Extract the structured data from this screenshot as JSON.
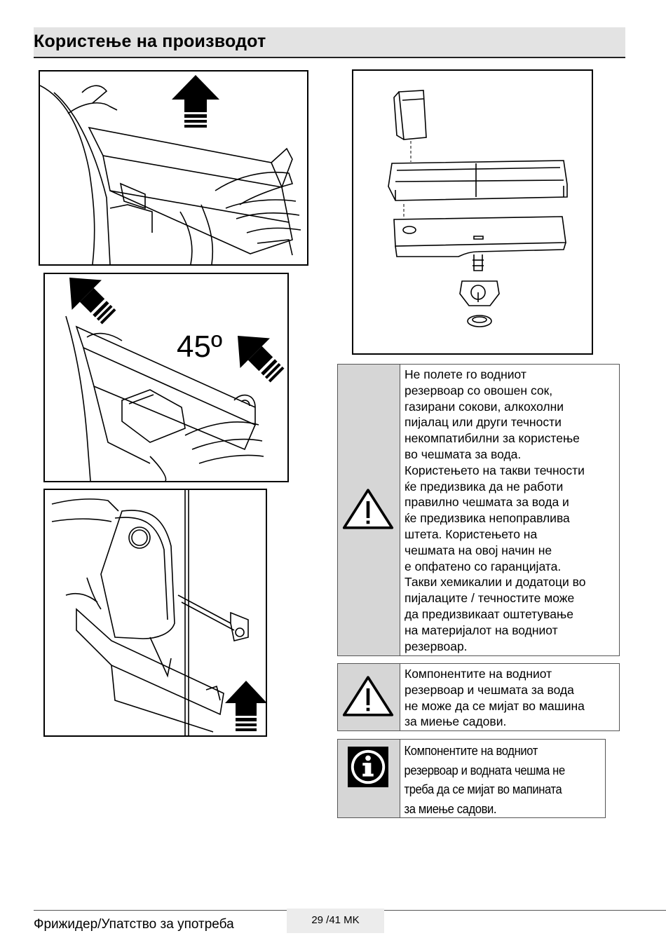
{
  "header": {
    "title": "Користење на производот"
  },
  "figures": {
    "angle_label": "45º"
  },
  "notes": [
    {
      "icon": "warning-triangle-icon",
      "lines": [
        "Не полете го водниот",
        "резервоар со овошен сок,",
        "газирани сокови, алкохолни",
        "пијалац или други течности",
        "некомпатибилни за користење",
        "во чешмата за вода.",
        "Користењето на такви течности",
        "ќе предизвика да не работи",
        "правилно чешмата за вода и",
        "ќе предизвика непоправлива",
        "штета. Користењето на",
        "чешмата на овој начин не",
        "е опфатено со гаранцијата.",
        "Такви хемикалии и додатоци во",
        "пијалаците / течностите може",
        "да предизвикаат оштетување",
        "на материјалот на водниот",
        "резервоар."
      ]
    },
    {
      "icon": "warning-triangle-icon",
      "lines": [
        "Компонентите на водниот",
        "резервоар и чешмата за вода",
        "не може да се мијат во машина",
        "за миење садови."
      ]
    },
    {
      "icon": "info-icon",
      "lines": [
        "Компонентите на водниот",
        "резервоар и водната чешма не",
        "треба да се мијат во мапината",
        "за миење садови."
      ]
    }
  ],
  "footer": {
    "title": "Фрижидер/Упатство за употреба",
    "page": "29 /41 MK"
  }
}
